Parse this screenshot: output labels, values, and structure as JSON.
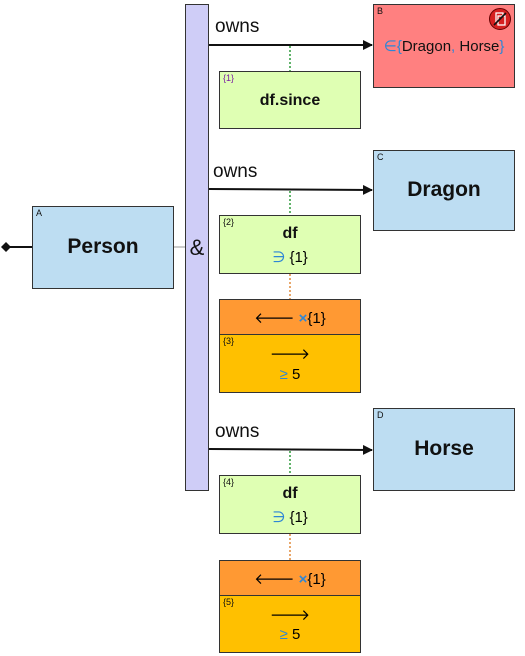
{
  "andSymbol": "&",
  "ownsLabel": "owns",
  "person": {
    "tag": "A",
    "title": "Person"
  },
  "targetB": {
    "tag": "B",
    "prefix": "∈",
    "open": "{",
    "dragon": "Dragon",
    "comma": ",",
    "horse": "Horse",
    "close": "}"
  },
  "targetC": {
    "tag": "C",
    "title": "Dragon"
  },
  "targetD": {
    "tag": "D",
    "title": "Horse"
  },
  "dfSince": {
    "tag": "{1}",
    "title": "df.since"
  },
  "df2": {
    "tag": "{2}",
    "title": "df",
    "symbol": "∋",
    "value": "{1}"
  },
  "rev1": {
    "arrow": "🡐",
    "cross": "×",
    "value": "{1}"
  },
  "fwd1": {
    "tag": "{3}",
    "arrow": "🡒",
    "symbol": "≥",
    "value": "5"
  },
  "df4": {
    "tag": "{4}",
    "title": "df",
    "symbol": "∋",
    "value": "{1}"
  },
  "rev2": {
    "arrow": "🡐",
    "cross": "×",
    "value": "{1}"
  },
  "fwd2": {
    "tag": "{5}",
    "arrow": "🡒",
    "symbol": "≥",
    "value": "5"
  },
  "colors": {
    "blueBox": "#bdddf2",
    "redBox": "#ff8080",
    "greenBox": "#dfffb3",
    "orangeBox": "#ff9933",
    "yellowBox": "#ffc000",
    "andBar": "#cfcdf7"
  }
}
